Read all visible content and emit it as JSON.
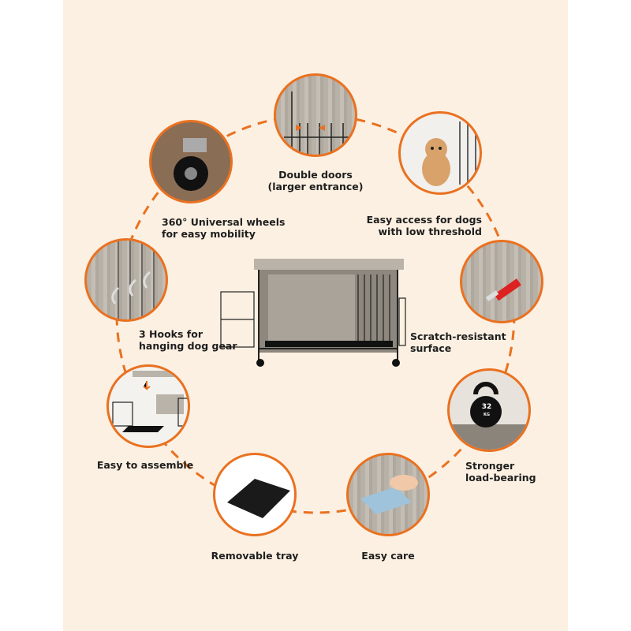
{
  "colors": {
    "accent": "#ea7120",
    "panel": "#fcf0e2",
    "text": "#1e1e1e"
  },
  "features": [
    {
      "id": "double-doors",
      "icon": "double-doors-photo",
      "lines": [
        "Double doors",
        "(larger entrance)"
      ]
    },
    {
      "id": "easy-access",
      "icon": "dog-photo",
      "lines": [
        "Easy access for dogs",
        "with low threshold"
      ]
    },
    {
      "id": "scratch-resistant",
      "icon": "knife-scratch-photo",
      "lines": [
        "Scratch-resistant",
        "surface"
      ]
    },
    {
      "id": "stronger",
      "icon": "kettlebell-photo",
      "lines": [
        "Stronger",
        "load-bearing"
      ],
      "badge": "32",
      "badge_unit": "KG"
    },
    {
      "id": "easy-care",
      "icon": "wiping-cloth-photo",
      "lines": [
        "Easy care"
      ]
    },
    {
      "id": "removable-tray",
      "icon": "tray-photo",
      "lines": [
        "Removable tray"
      ]
    },
    {
      "id": "easy-assemble",
      "icon": "assembly-photo",
      "lines": [
        "Easy to assemble"
      ]
    },
    {
      "id": "hooks",
      "icon": "hooks-photo",
      "lines": [
        "3 Hooks for",
        "hanging dog gear"
      ]
    },
    {
      "id": "wheels",
      "icon": "caster-wheel-photo",
      "lines": [
        "360° Universal wheels",
        "for easy mobility"
      ]
    }
  ]
}
